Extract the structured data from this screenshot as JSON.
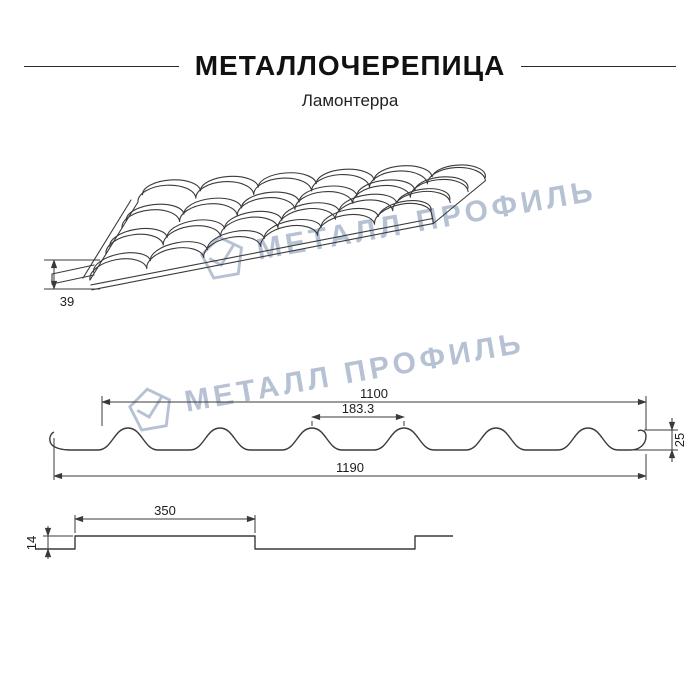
{
  "header": {
    "title": "МЕТАЛЛОЧЕРЕПИЦА",
    "subtitle": "Ламонтерра"
  },
  "watermark": {
    "text": "МЕТАЛЛ ПРОФИЛЬ",
    "color": "#b6c2d4"
  },
  "figures": {
    "isometric": {
      "dims": {
        "profile_height": "39"
      }
    },
    "cross_section": {
      "dims": {
        "cover_width": "1100",
        "wave_pitch": "183.3",
        "wave_height": "25",
        "full_width": "1190"
      }
    },
    "step_profile": {
      "dims": {
        "module_length": "350",
        "step_height": "14"
      }
    }
  },
  "colors": {
    "line": "#3a3a3a",
    "watermark": "#b6c2d4",
    "background": "#ffffff"
  }
}
